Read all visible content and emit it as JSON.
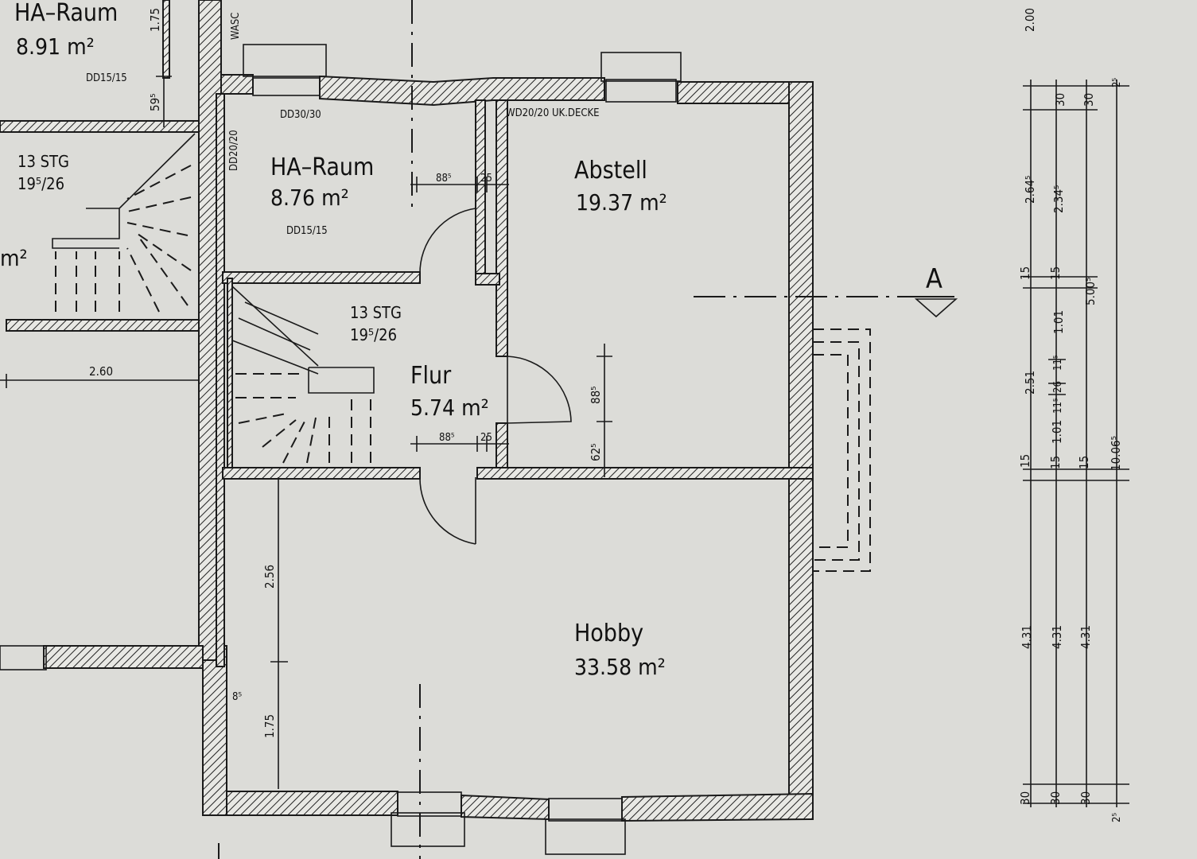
{
  "rooms": {
    "ha_raum_left": {
      "name": "HA–Raum",
      "area": "8.91 m²",
      "code": "DD15/15"
    },
    "ha_raum": {
      "name": "HA–Raum",
      "area": "8.76 m²",
      "code": "DD15/15",
      "code2": "DD30/30",
      "code3": "DD20/20"
    },
    "abstell": {
      "name": "Abstell",
      "area": "19.37 m²",
      "code": "WD20/20 UK.DECKE"
    },
    "flur": {
      "name": "Flur",
      "area": "5.74 m²"
    },
    "hobby": {
      "name": "Hobby",
      "area": "33.58 m²"
    },
    "left_partial": {
      "area": "m²"
    }
  },
  "stairs": {
    "left": {
      "steps": "13 STG",
      "ratio": "19⁵/26"
    },
    "center": {
      "steps": "13 STG",
      "ratio": "19⁵/26"
    }
  },
  "section": {
    "label": "A"
  },
  "dimensions": {
    "d_175_top": "1.75",
    "d_59": "59⁵",
    "d_260": "2.60",
    "d_88_top": "88⁵",
    "d_25_top": "25",
    "d_88_bottom": "88⁵",
    "d_25_bottom": "25",
    "d_88_vert": "88⁵",
    "d_62": "62⁵",
    "d_256": "2.56",
    "d_175_bottom": "1.75",
    "d_8": "8⁵",
    "d_wash": "WASC"
  },
  "right_dims": {
    "col1": [
      "2.00",
      "2.64⁵",
      "15",
      "2.51",
      "15",
      "4.31",
      "30"
    ],
    "col2": [
      "30",
      "2.34⁵",
      "15",
      "1.01",
      "11⁵",
      "26",
      "11⁵",
      "1.01",
      "15",
      "4.31",
      "30"
    ],
    "col3": [
      "30",
      "5.00⁵",
      "15",
      "4.31",
      "30"
    ],
    "col4": [
      "2⁵",
      "10.06⁵",
      "2⁵"
    ]
  },
  "colors": {
    "paper": "#dcdcd8",
    "ink": "#1a1a1a"
  }
}
